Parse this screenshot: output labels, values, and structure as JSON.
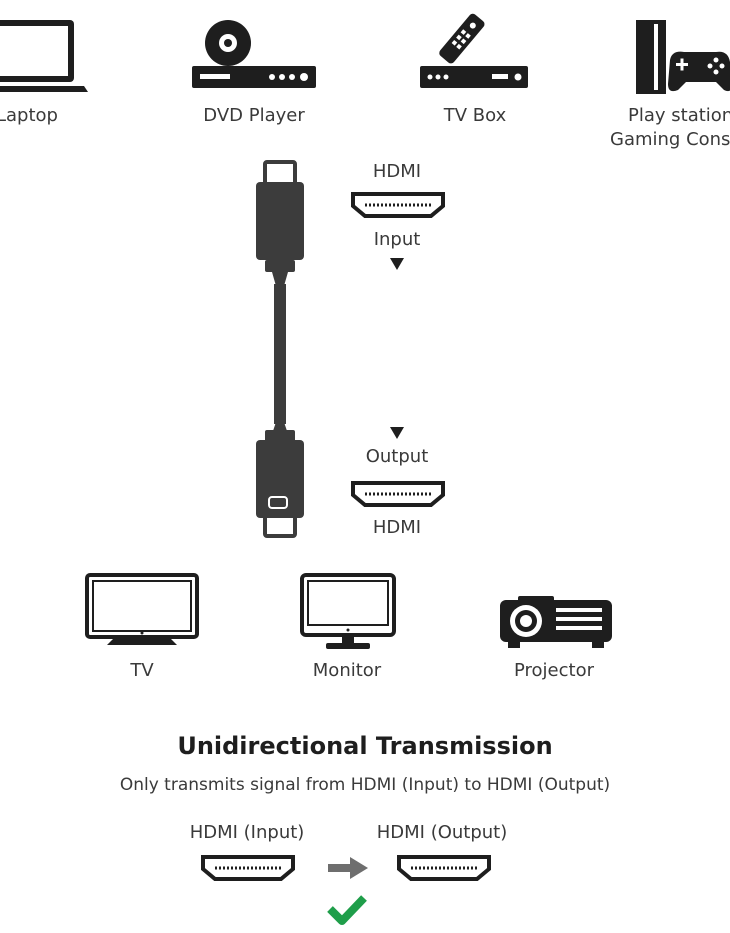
{
  "sources": [
    {
      "label": "Laptop",
      "icon": "laptop-icon"
    },
    {
      "label": "DVD Player",
      "icon": "dvd-player-icon"
    },
    {
      "label": "TV Box",
      "icon": "tv-box-icon"
    },
    {
      "label_line1": "Play station",
      "label_line2": "Gaming Cons",
      "icon": "game-console-icon"
    }
  ],
  "cable": {
    "input_port_label": "HDMI",
    "input_label": "Input",
    "output_label": "Output",
    "output_port_label": "HDMI"
  },
  "displays": [
    {
      "label": "TV",
      "icon": "tv-icon"
    },
    {
      "label": "Monitor",
      "icon": "monitor-icon"
    },
    {
      "label": "Projector",
      "icon": "projector-icon"
    }
  ],
  "transmission": {
    "title": "Unidirectional Transmission",
    "subtitle": "Only transmits signal from HDMI (Input) to HDMI (Output)",
    "from_label": "HDMI (Input)",
    "to_label": "HDMI (Output)"
  },
  "colors": {
    "ink": "#1e1e1e",
    "cable": "#3c3c3c",
    "arrow": "#6e6e6e",
    "check": "#1f9e4a"
  }
}
